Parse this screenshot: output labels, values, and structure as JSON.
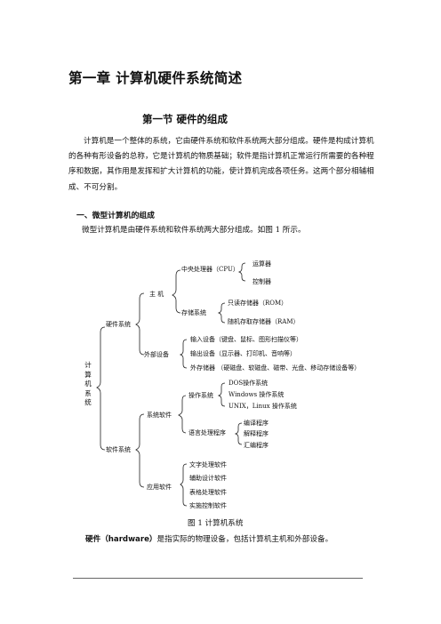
{
  "chapter_title": "第一章  计算机硬件系统简述",
  "section_title": "第一节    硬件的组成",
  "paragraph": "计算机是一个整体的系统，它由硬件系统和软件系统两大部分组成。硬件是构成计算机的各种有形设备的总称，它是计算机的物质基础；软件是指计算机正常运行所需要的各种程序和数据，其作用是发挥和扩大计算机的功能，使计算机完成各项任务。这两个部分相辅相成、不可分割。",
  "subheading": "一、微型计算机的组成",
  "intro": "微型计算机是由硬件系统和软件系统两大部分组成。如图 1 所示。",
  "diagram": {
    "root": "计算机系统",
    "hardware_system": "硬件系统",
    "host": "主  机",
    "cpu": "中央处理器（CPU）",
    "alu": "运算器",
    "controller": "控制器",
    "memory": "存储系统",
    "rom": "只读存储器（ROM）",
    "ram": "随机存取存储器（RAM）",
    "peripherals": "外部设备",
    "input": "输入设备（键盘、鼠标、图形扫描仪等）",
    "output": "输出设备（显示器、打印机、音响等）",
    "external_storage": "外存储器  （硬磁盘、软磁盘、磁带、光盘、移动存储设备等）",
    "software_system": "软件系统",
    "system_software": "系统软件",
    "os": "操作系统",
    "dos": "DOS操作系统",
    "windows": "Windows 操作系统",
    "unix": "UNIX，Linux 操作系统",
    "lang": "语言处理程序",
    "compiler": "编译程序",
    "interpreter": "解释程序",
    "assembler": "汇编程序",
    "application_software": "应用软件",
    "word_processing": "文字处理软件",
    "cad": "辅助设计软件",
    "spreadsheet": "表格处理软件",
    "control": "实施控制软件"
  },
  "caption": "图 1 计算机系统",
  "hardware_term": "硬件（hardware）",
  "hardware_def": "是指实际的物理设备，包括计算机主机和外部设备。"
}
